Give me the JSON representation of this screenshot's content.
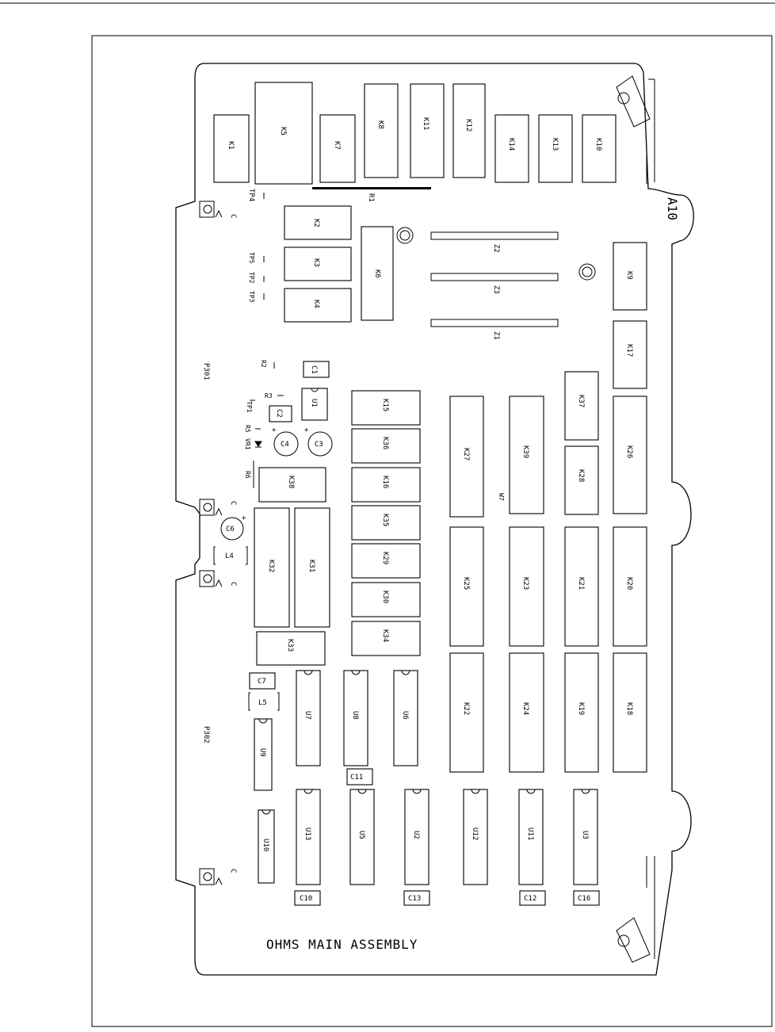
{
  "board": {
    "id": "A10",
    "title": "OHMS MAIN ASSEMBLY",
    "connectors": [
      "P301",
      "P302"
    ],
    "mount_labels": [
      "C",
      "C",
      "C",
      "C"
    ]
  },
  "parts": {
    "K1": "K1",
    "K5": "K5",
    "K7": "K7",
    "K8": "K8",
    "K11": "K11",
    "K12": "K12",
    "K14": "K14",
    "K13": "K13",
    "K10": "K10",
    "K2": "K2",
    "K3": "K3",
    "K4": "K4",
    "K6": "K6",
    "K9": "K9",
    "K17": "K17",
    "K15": "K15",
    "K36": "K36",
    "K16": "K16",
    "K35": "K35",
    "K29": "K29",
    "K30": "K30",
    "K34": "K34",
    "K38": "K38",
    "K32": "K32",
    "K31": "K31",
    "K33": "K33",
    "K27": "K27",
    "K39": "K39",
    "K37": "K37",
    "K28": "K28",
    "K26": "K26",
    "K25": "K25",
    "K23": "K23",
    "K21": "K21",
    "K20": "K20",
    "K22": "K22",
    "K24": "K24",
    "K19": "K19",
    "K18": "K18",
    "Z1": "Z1",
    "Z2": "Z2",
    "Z3": "Z3",
    "U1": "U1",
    "U2": "U2",
    "U3": "U3",
    "U5": "U5",
    "U6": "U6",
    "U7": "U7",
    "U8": "U8",
    "U9": "U9",
    "U10": "U10",
    "U11": "U11",
    "U12": "U12",
    "U13": "U13",
    "C1": "C1",
    "C2": "C2",
    "C3": "C3",
    "C4": "C4",
    "C6": "C6",
    "C7": "C7",
    "C10": "C10",
    "C11": "C11",
    "C12": "C12",
    "C13": "C13",
    "C16": "C16",
    "L4": "L4",
    "L5": "L5",
    "R1": "R1",
    "R2": "R2",
    "R3": "R3",
    "R5": "R5",
    "R6": "R6",
    "VR1": "VR1",
    "TP1": "TP1",
    "TP2": "TP2",
    "TP3": "TP3",
    "TP4": "TP4",
    "TP5": "TP5",
    "W7": "W7",
    "plus": "+"
  }
}
